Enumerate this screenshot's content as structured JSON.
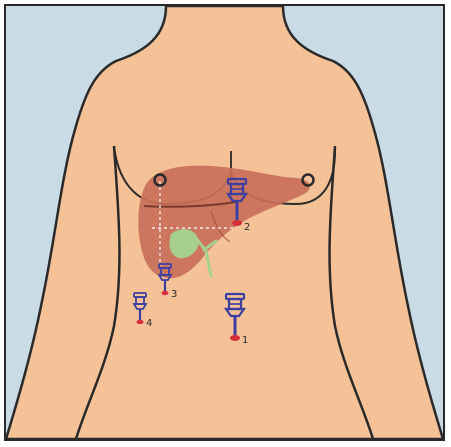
{
  "colors": {
    "background": "#c9dce6",
    "skin": "#f5c197",
    "outline": "#2a2a2a",
    "liver": "#c8705a",
    "gallbladder": "#a8d08d",
    "trocar": "#3d3fa0",
    "trocar_tip": "#d62d3a",
    "guide_line": "#ffffff"
  },
  "ports": [
    {
      "label": "1"
    },
    {
      "label": "2"
    },
    {
      "label": "3"
    },
    {
      "label": "4"
    }
  ],
  "icons": {
    "trocar": "trocar-icon",
    "nipple": "nipple-icon",
    "liver": "liver-shape",
    "gallbladder": "gallbladder-shape"
  }
}
